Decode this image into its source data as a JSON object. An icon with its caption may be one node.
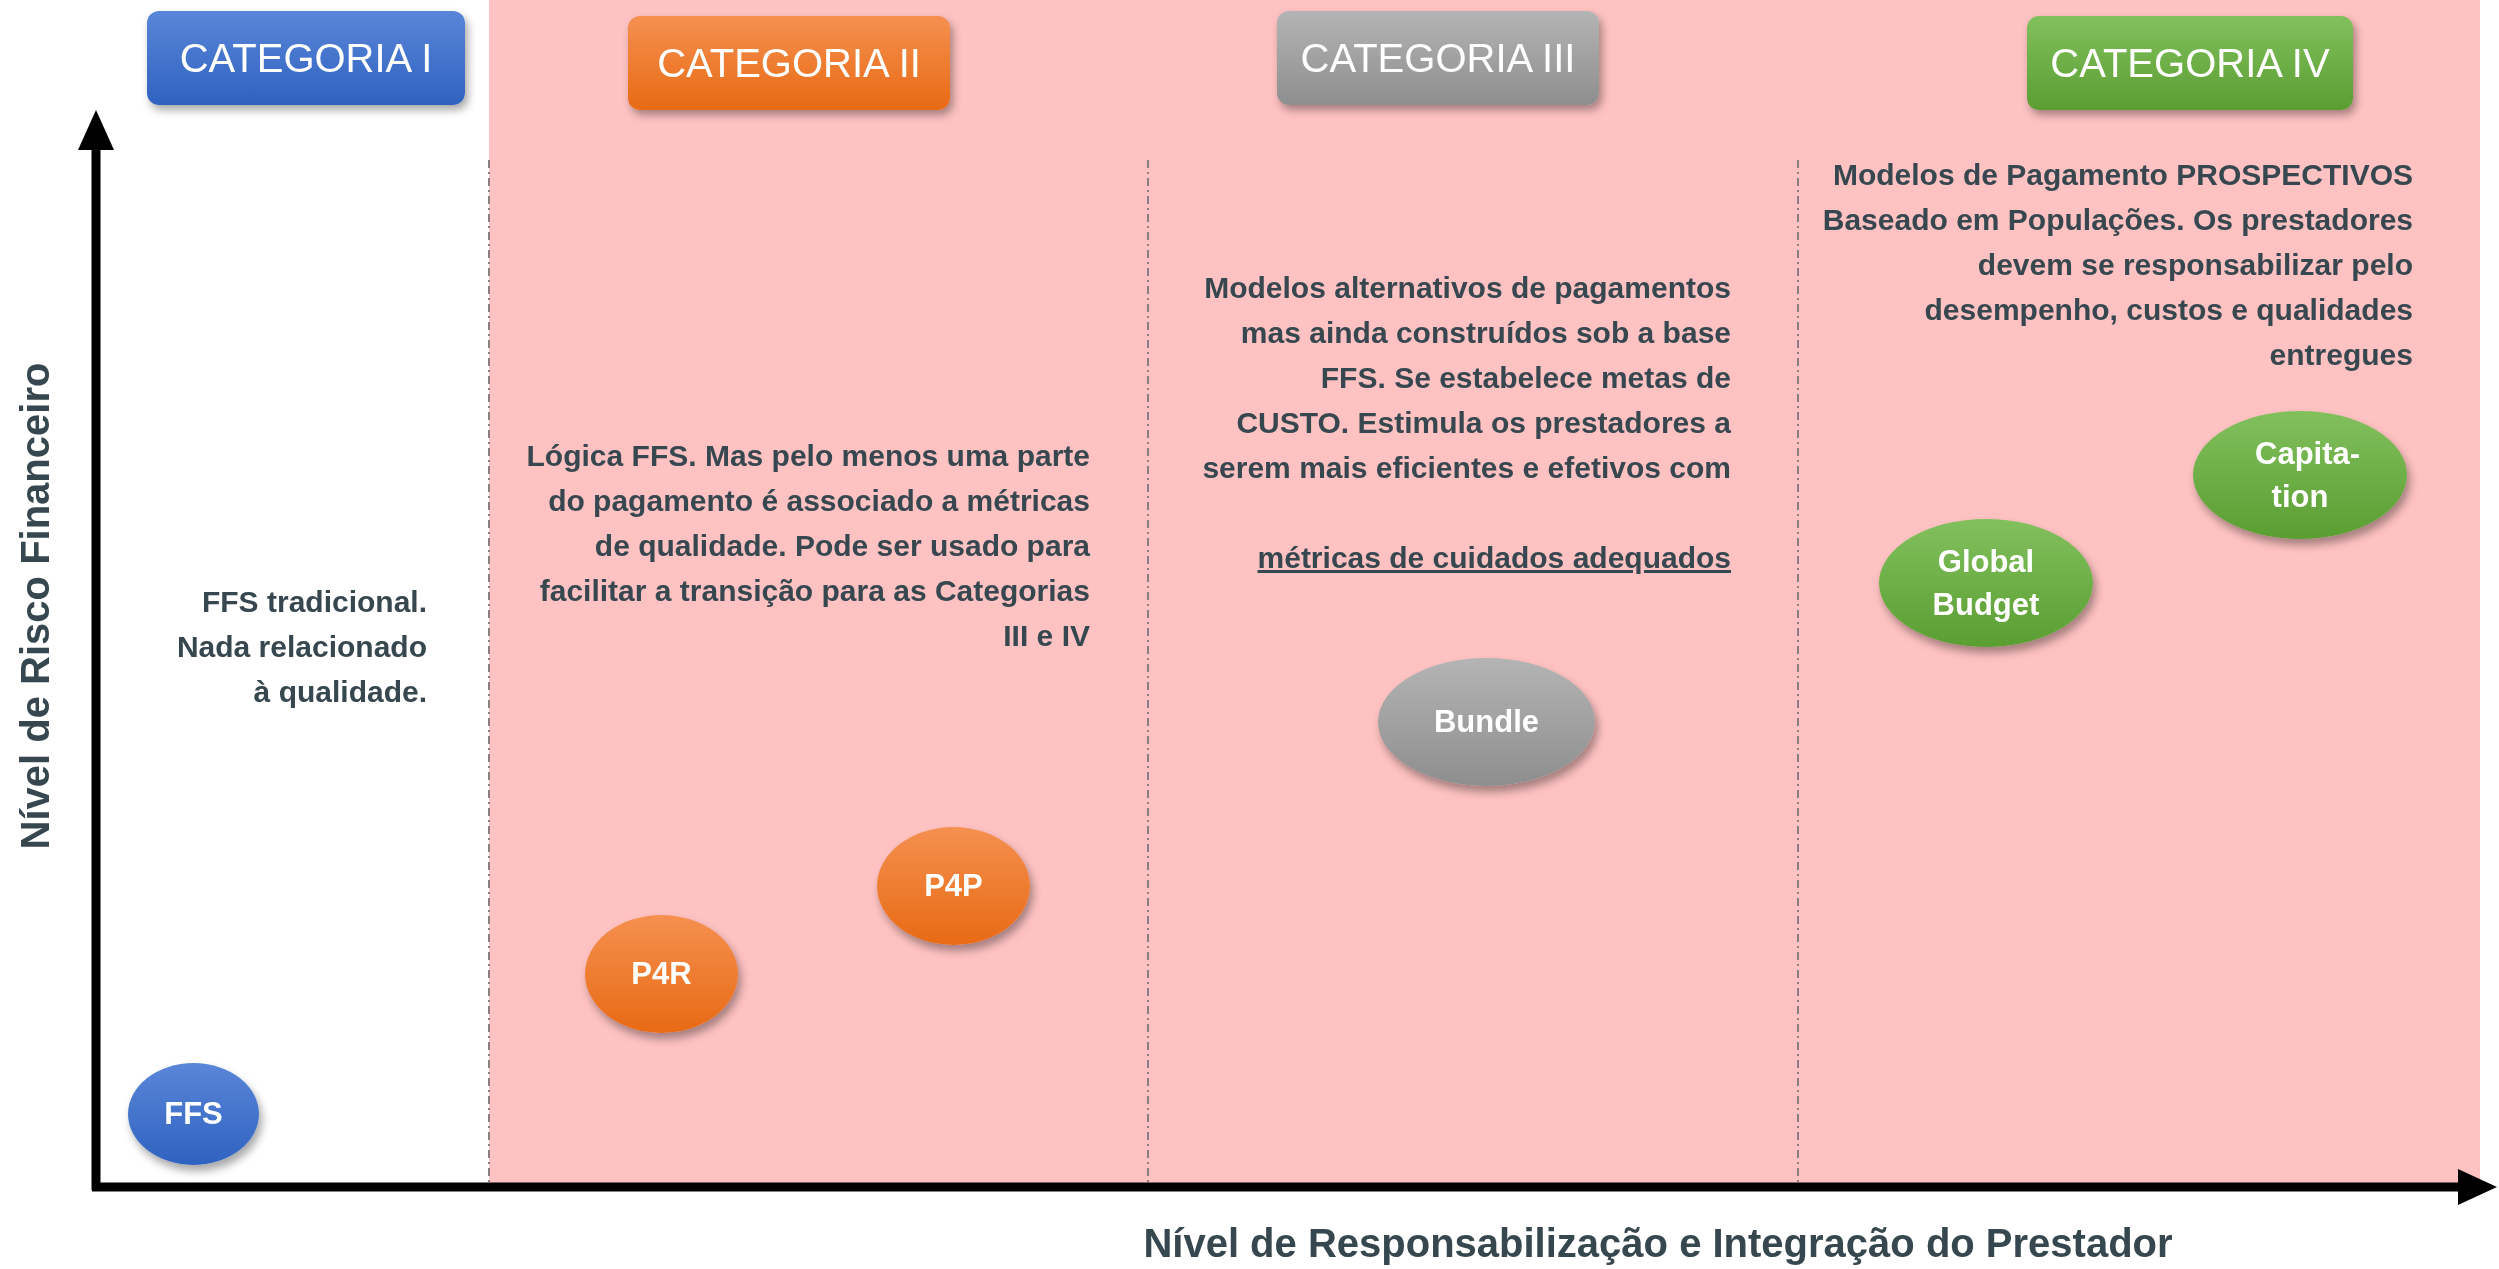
{
  "diagram": {
    "nodes": [
      {
        "text": [
          "CATEGORIA I"
        ]
      },
      {
        "text": [
          "CATEGORIA II"
        ]
      },
      {
        "text": [
          "CATEGORIA III"
        ]
      },
      {
        "text": [
          "CATEGORIA IV"
        ]
      },
      {
        "text": [
          "FFS"
        ]
      },
      {
        "text": [
          "P4R"
        ]
      },
      {
        "text": [
          "P4P"
        ]
      },
      {
        "text": [
          "Bundle"
        ]
      },
      {
        "text": [
          "Global Budget"
        ]
      },
      {
        "text": [
          "Capita- tion"
        ]
      }
    ],
    "labels": [
      "Modelos de Pagamento PROSPECTIVOS Baseado em Populações. Os prestadores devem se responsabilizar pelo desempenho, custos e qualidades entregues",
      "Modelos alternativos de pagamentos mas ainda construídos sob a base FFS. Se estabelece metas de CUSTO. Estimula os prestadores a serem mais eficientes e efetivos  com",
      "métricas de cuidados adequados",
      "Lógica FFS. Mas pelo menos uma parte do pagamento é associado a métricas de qualidade. Pode ser usado para facilitar a transição para as Categorias III e IV",
      "Nível de Risco Financeiro",
      "FFS tradicional. Nada relacionado à qualidade.",
      "Nível de Responsabilização e Integração do Prestador"
    ]
  }
}
